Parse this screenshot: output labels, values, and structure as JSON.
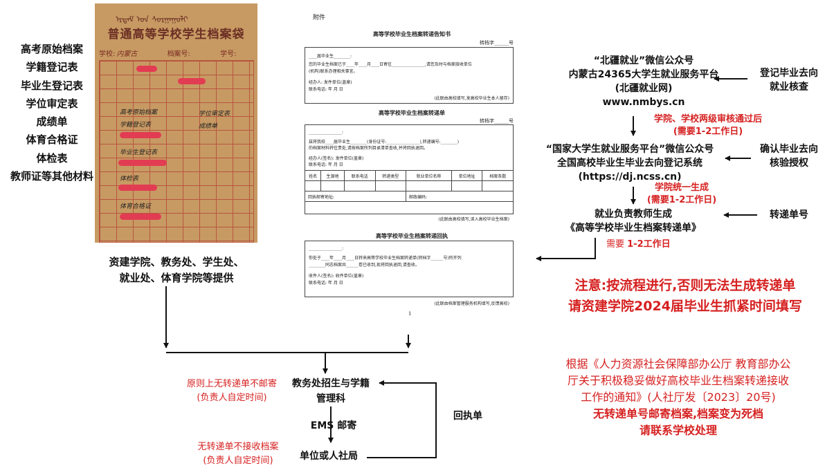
{
  "left_materials": [
    "高考原始档案",
    "学籍登记表",
    "毕业生登记表",
    "学位审定表",
    "成绩单",
    "体育合格证",
    "体检表",
    "教师证等其他材料"
  ],
  "photo": {
    "title": "普通高等学校学生档案袋",
    "mongolian": "ᠡᠷᠳᠡᠮ ᠤᠨ ᠰᠤᠷᠭᠠᠭᠤᠯᠢ",
    "school_label": "学校:",
    "school_value": "内蒙古",
    "file_no_label": "档案号:",
    "student_no_label": "学号:",
    "handwriting": [
      "高考原始档案",
      "学籍登记表",
      "毕业生登记表",
      "体检表",
      "体育合格证",
      "学位审定表",
      "成绩单"
    ]
  },
  "photo_caption": [
    "资建学院、教务处、学生处、",
    "就业处、体育学院等提供"
  ],
  "document": {
    "fujian": "附件",
    "form1_title": "高等学校毕业生档案转递告知书",
    "form1_zihao": "转档字______号",
    "form1_lines": [
      "____届毕业生________:",
      "您的毕业生档案已于____年____月____日寄往________________,请您及时与档案接收单位",
      "(机构)联系办理相关事宜。",
      "经办人:                    发件单位(盖章)",
      "联系电话:                  年      月      日"
    ],
    "form1_note": "(此联由高校填写,发高校毕业生本人留存)",
    "form2_title": "高等学校毕业生档案转递单",
    "form2_zihao": "转档字______号",
    "form2_lines": [
      "________________:",
      "  兹将我校____届毕业生________(身份证号:________________),转递编号:________)",
      "的档案材料转往贵处,请按档案所列目录清单查收,并将回执退回。",
      "经办人(签名):              发件单位(盖章)",
      "联系电话:                   年     月     日"
    ],
    "form2_table_head": [
      "姓名",
      "生源地",
      "联系电话",
      "转递类型",
      "就业单位名称",
      "单位地址",
      "档案条数"
    ],
    "form2_footer": [
      "回执邮寄地址:",
      "邮政编码:"
    ],
    "form2_note": "(此联由高校填写,读入高校毕业生档案)",
    "form3_title": "高等学校毕业生档案转递回执",
    "form3_lines": [
      "________________:",
      "你处于____年____月____日转来高等学校毕业生档案转递单(转档字______号)所开列",
      "________同志档案共______卷已收到,现将回执退回,请查收。",
      "收件人(签名):              收件单位(盖章)",
      "联系电话:                   年     月     日"
    ],
    "form3_note": "(此联由档案管理服务机构填写,反馈高校)",
    "page_no": "1"
  },
  "flow": {
    "step1": [
      "“北疆就业”微信公众号",
      "内蒙古24365大学生就业服务平台",
      "(北疆就业网)",
      "www.nmbys.cn"
    ],
    "step1_side": [
      "登记毕业去向",
      "就业核查"
    ],
    "note1": [
      "学院、学校两级审核通过后",
      "(需要1-2工作日)"
    ],
    "step2": [
      "“国家大学生就业服务平台”微信公众号",
      "全国高校毕业生毕业去向登记系统",
      "(https://dj.ncss.cn)"
    ],
    "step2_side": [
      "确认毕业去向",
      "核验授权"
    ],
    "note2": [
      "学院统一生成",
      "(需要1-2工作日)"
    ],
    "step3": [
      "就业负责教师生成",
      "《高等学校毕业生档案转递单》"
    ],
    "step3_side": "转递单号",
    "note3_prefix": "需要 ",
    "note3_bold": "1-2工作日"
  },
  "notice": [
    "注意:按流程进行,否则无法生成转递单",
    "请资建学院2024届毕业生抓紧时间填写"
  ],
  "policy": {
    "lines": [
      "根据《人力资源社会保障部办公厅 教育部办公",
      "厅关于积极稳妥做好高校毕业生档案转递接收",
      "工作的通知》(人社厅发〔2023〕20号)"
    ],
    "bold_lines": [
      "无转递单号邮寄档案,档案变为死档",
      "请联系学校处理"
    ]
  },
  "bottom": {
    "office": [
      "教务处招生与学籍",
      "管理科"
    ],
    "red_left_top": [
      "原则上无转递单不邮寄",
      "(负责人自定时间)"
    ],
    "ems": "EMS 邮寄",
    "receiver": "单位或人社局",
    "red_left_bottom": [
      "无转递单不接收档案",
      "(负责人自定时间)"
    ],
    "receipt": "回执单"
  }
}
